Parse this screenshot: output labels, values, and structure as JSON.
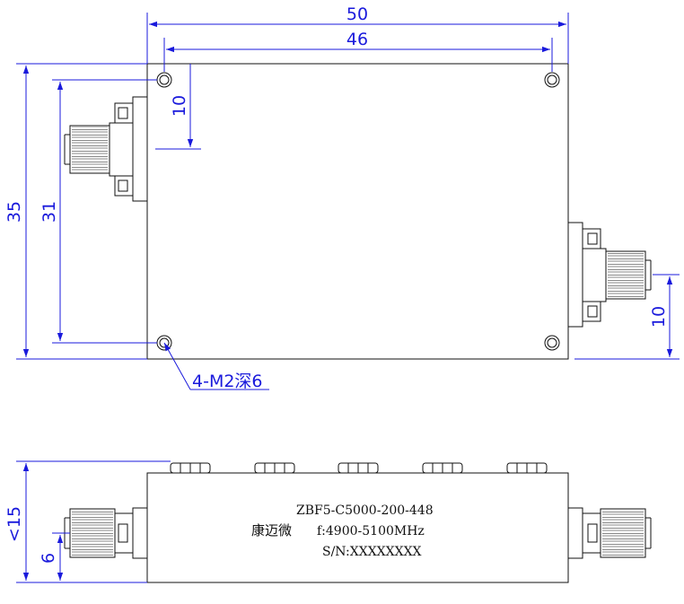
{
  "dimensions": {
    "width_overall": "50",
    "width_holes": "46",
    "height_overall": "35",
    "height_holes": "31",
    "hole_offset": "10",
    "right_connector_offset": "10",
    "side_height": "<15",
    "side_connector_height": "6"
  },
  "callout": {
    "holes": "4-M2深6"
  },
  "label": {
    "model": "ZBF5-C5000-200-448",
    "brand": "康迈微",
    "freq": "f:4900-5100MHz",
    "serial": "S/N:XXXXXXXX"
  },
  "colors": {
    "dimension": "#1a1adc",
    "outline": "#111111"
  }
}
